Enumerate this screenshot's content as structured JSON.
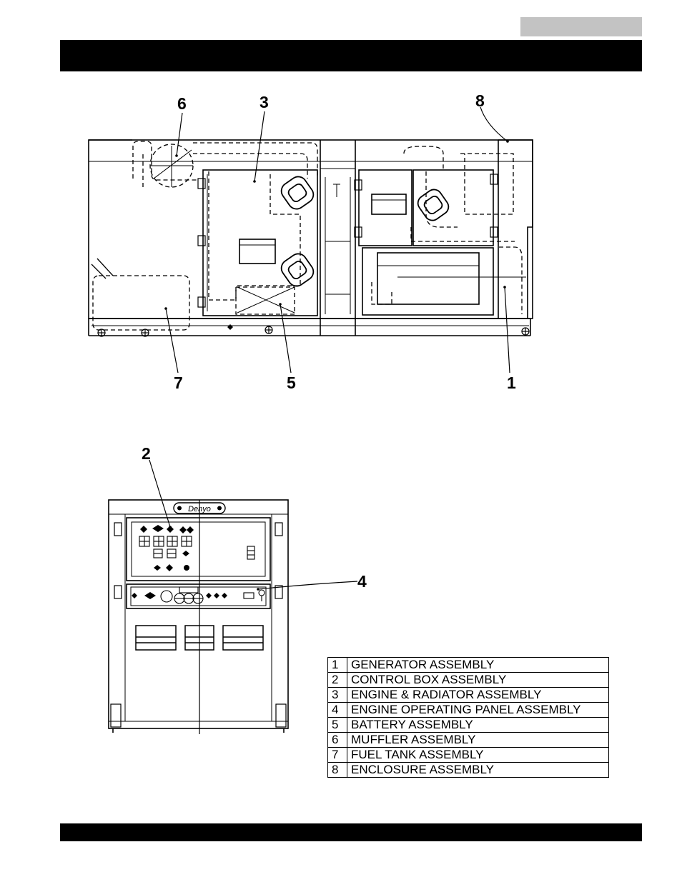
{
  "callouts": {
    "c1": "1",
    "c2": "2",
    "c3": "3",
    "c4": "4",
    "c5": "5",
    "c6": "6",
    "c7": "7",
    "c8": "8"
  },
  "logo": "Denyo",
  "legend": [
    {
      "num": "1",
      "label": "GENERATOR ASSEMBLY"
    },
    {
      "num": "2",
      "label": "CONTROL BOX ASSEMBLY"
    },
    {
      "num": "3",
      "label": "ENGINE & RADIATOR ASSEMBLY"
    },
    {
      "num": "4",
      "label": "ENGINE OPERATING PANEL ASSEMBLY"
    },
    {
      "num": "5",
      "label": "BATTERY ASSEMBLY"
    },
    {
      "num": "6",
      "label": "MUFFLER ASSEMBLY"
    },
    {
      "num": "7",
      "label": "FUEL TANK ASSEMBLY"
    },
    {
      "num": "8",
      "label": "ENCLOSURE ASSEMBLY"
    }
  ]
}
